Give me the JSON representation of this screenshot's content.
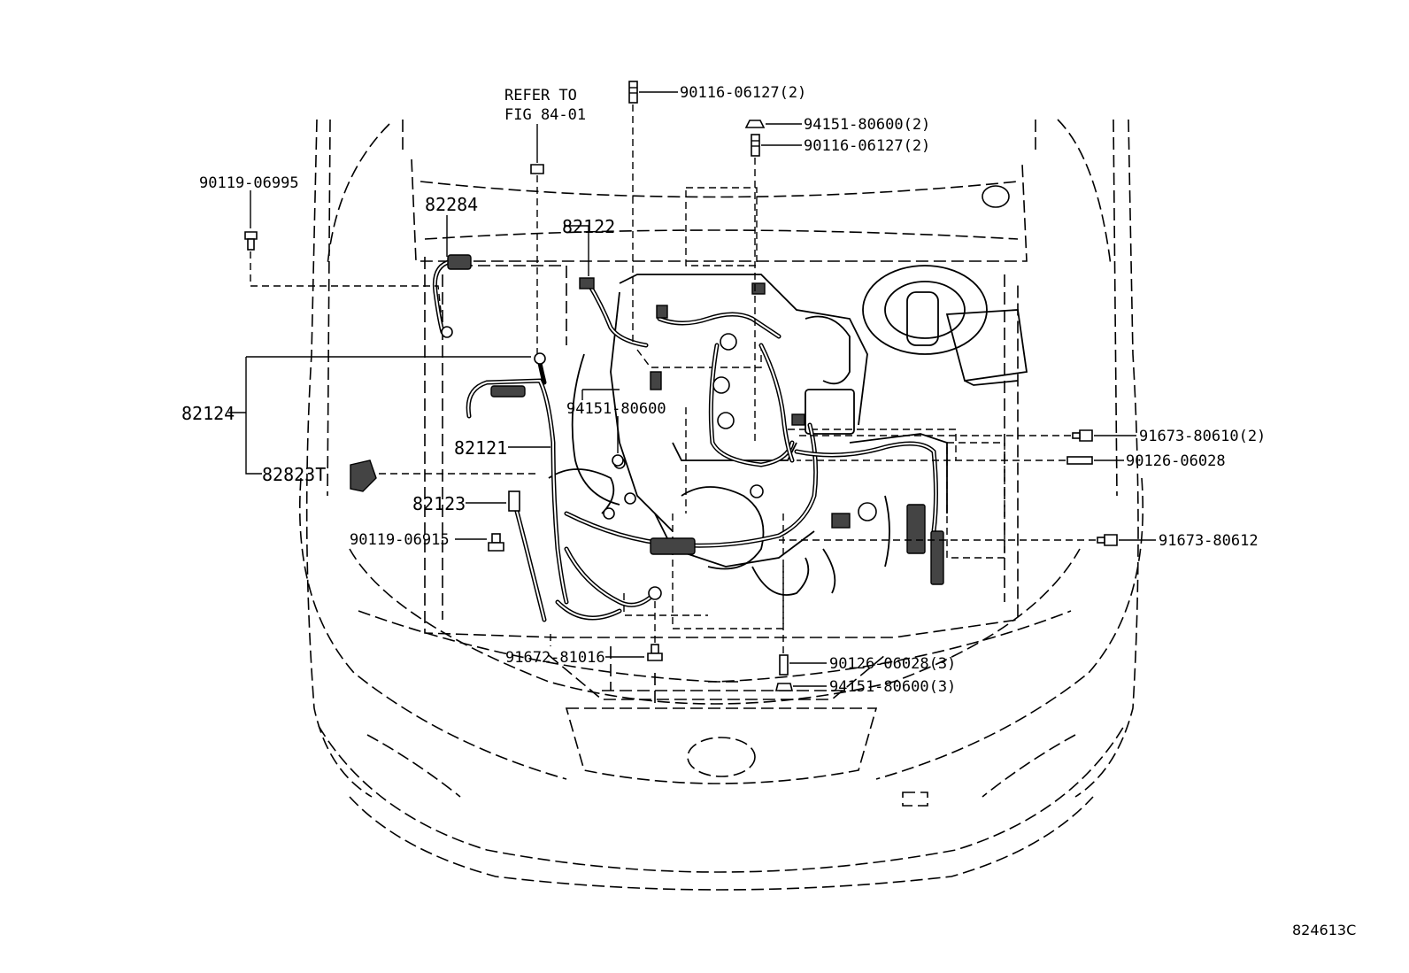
{
  "figure_code": "824613C",
  "refer_note": {
    "line1": "REFER TO",
    "line2": "FIG 84-01"
  },
  "callouts": {
    "c_90119_06995": "90119-06995",
    "c_82284": "82284",
    "c_82122": "82122",
    "c_82124": "82124",
    "c_82121": "82121",
    "c_82823T": "82823T",
    "c_82123": "82123",
    "c_90119_06915": "90119-06915",
    "c_91672_81016": "91672-81016",
    "c_90116_06127_top": "90116-06127(2)",
    "c_94151_80600_2": "94151-80600(2)",
    "c_90116_06127_mid": "90116-06127(2)",
    "c_94151_80600": "94151-80600",
    "c_91673_80610": "91673-80610(2)",
    "c_90126_06028": "90126-06028",
    "c_91673_80612": "91673-80612",
    "c_90126_06028_3": "90126-06028(3)",
    "c_94151_80600_3": "94151-80600(3)"
  }
}
